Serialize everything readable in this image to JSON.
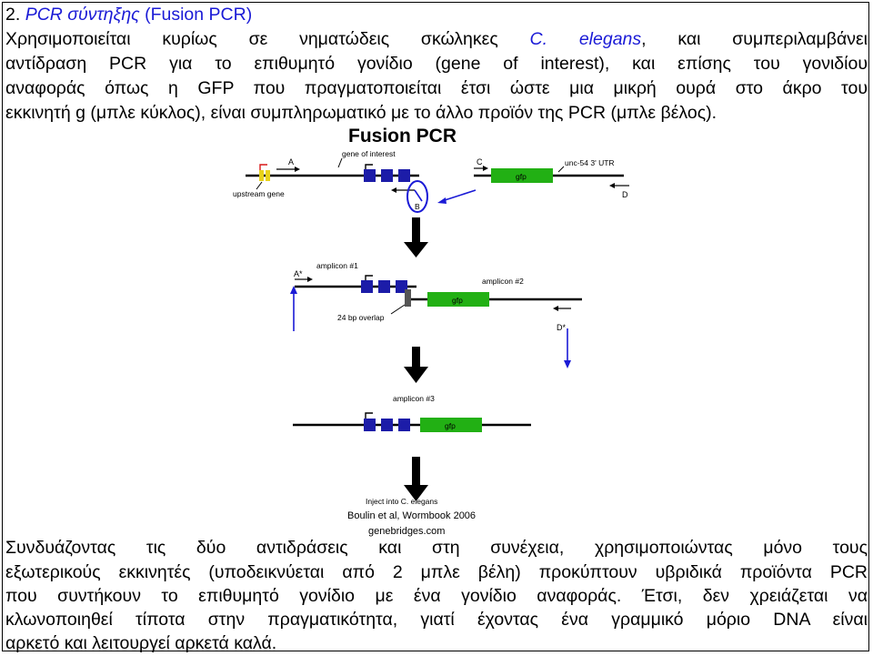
{
  "heading": {
    "number": "2.",
    "term_greek": "PCR σύντηξης",
    "term_english": "(Fusion PCR)"
  },
  "intro": {
    "line1_a": "Χρησιμοποιείται κυρίως σε νηματώδεις σκώληκες",
    "line1_species": "C. elegans",
    "line1_b": ", και συμπεριλαμβάνει",
    "line2": "αντίδραση PCR για το επιθυμητό γονίδιο (gene of interest), και επίσης του γονιδίου",
    "line3": "αναφοράς όπως η GFP που πραγματοποιείται έτσι ώστε μια μικρή ουρά στο άκρο του",
    "line4": "εκκινητή g (μπλε κύκλος), είναι συμπληρωματικό με το άλλο προϊόν της PCR (μπλε βέλος)."
  },
  "figure": {
    "title": "Fusion PCR",
    "labels": {
      "gene_of_interest": "gene of interest",
      "upstream_gene": "upstream gene",
      "utr": "unc-54 3' UTR",
      "gfp": "gfp",
      "primer_a": "A",
      "primer_b": "B",
      "primer_c": "C",
      "primer_d": "D",
      "amplicon1": "amplicon #1",
      "amplicon2": "amplicon #2",
      "amplicon3": "amplicon #3",
      "nested_a": "A*",
      "nested_d": "D*",
      "overlap": "24 bp overlap",
      "inject": "Inject into C. elegans",
      "citation": "Boulin et al, Wormbook 2006",
      "source": "genebridges.com"
    },
    "colors": {
      "exon": "#1c1ca8",
      "gfp": "#22b014",
      "upstream_exon": "#e8d21a",
      "upstream_marker": "#d81818",
      "primer_arrow": "#1a1ad6",
      "line": "#000000"
    }
  },
  "conclusion": {
    "line1": "Συνδυάζοντας τις δύο αντιδράσεις και στη συνέχεια, χρησιμοποιώντας μόνο τους",
    "line2": "εξωτερικούς εκκινητές (υποδεικνύεται από 2 μπλε βέλη) προκύπτουν υβριδικά προϊόντα PCR",
    "line3": "που συντήκουν το επιθυμητό γονίδιο με ένα γονίδιο αναφοράς. Έτσι, δεν χρειάζεται να",
    "line4_a": "κλωνοποιηθεί τίποτα στην πραγματικότητα, γιατί έχοντας ένα γραμμικό μόριο DNA είναι",
    "line5": "αρκετό και λειτουργεί αρκετά καλά."
  }
}
